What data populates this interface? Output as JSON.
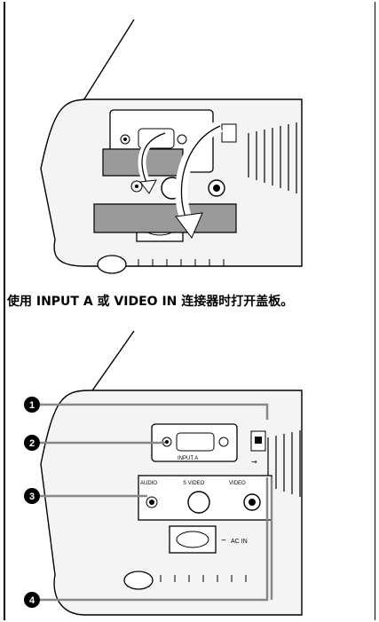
{
  "caption": "使用 INPUT A 或 VIDEO IN 连接器时打开盖板。",
  "panel": {
    "input_a": "INPUT A",
    "audio": "AUDIO",
    "s_video": "S VIDEO",
    "video": "VIDEO",
    "ac_in": "AC IN"
  },
  "callouts": [
    "1",
    "2",
    "3",
    "4"
  ],
  "icons": {
    "usb": "usb-icon",
    "ac": "tilde-icon"
  }
}
